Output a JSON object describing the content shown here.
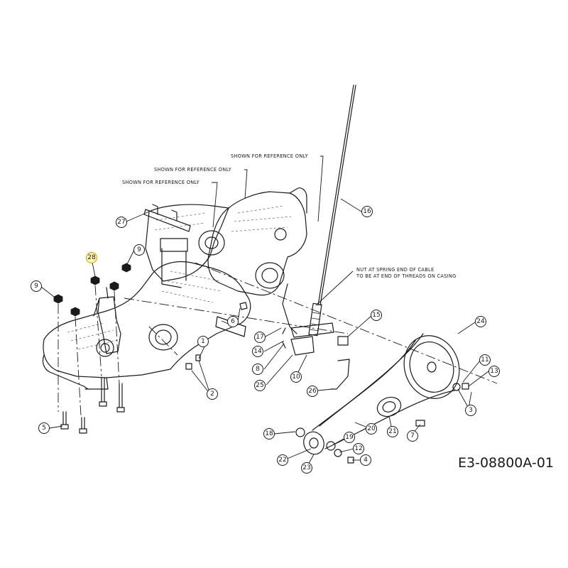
{
  "drawing_code": "E3-08800A-01",
  "notes": {
    "ref_top": "SHOWN FOR REFERENCE ONLY",
    "ref_middle": "SHOWN FOR REFERENCE ONLY",
    "ref_left": "SHOWN FOR REFERENCE ONLY",
    "cable_line1": "NUT AT SPRING END OF CABLE",
    "cable_line2": "TO BE AT END OF THREADS ON CASING"
  },
  "callouts": [
    "1",
    "2",
    "3",
    "4",
    "5",
    "6",
    "7",
    "8",
    "9",
    "9",
    "10",
    "11",
    "12",
    "13",
    "14",
    "15",
    "16",
    "17",
    "18",
    "19",
    "20",
    "21",
    "22",
    "23",
    "24",
    "25",
    "26",
    "27",
    "28"
  ],
  "colors": {
    "line": "#1a1a1a",
    "highlight": "#fff3b0"
  }
}
